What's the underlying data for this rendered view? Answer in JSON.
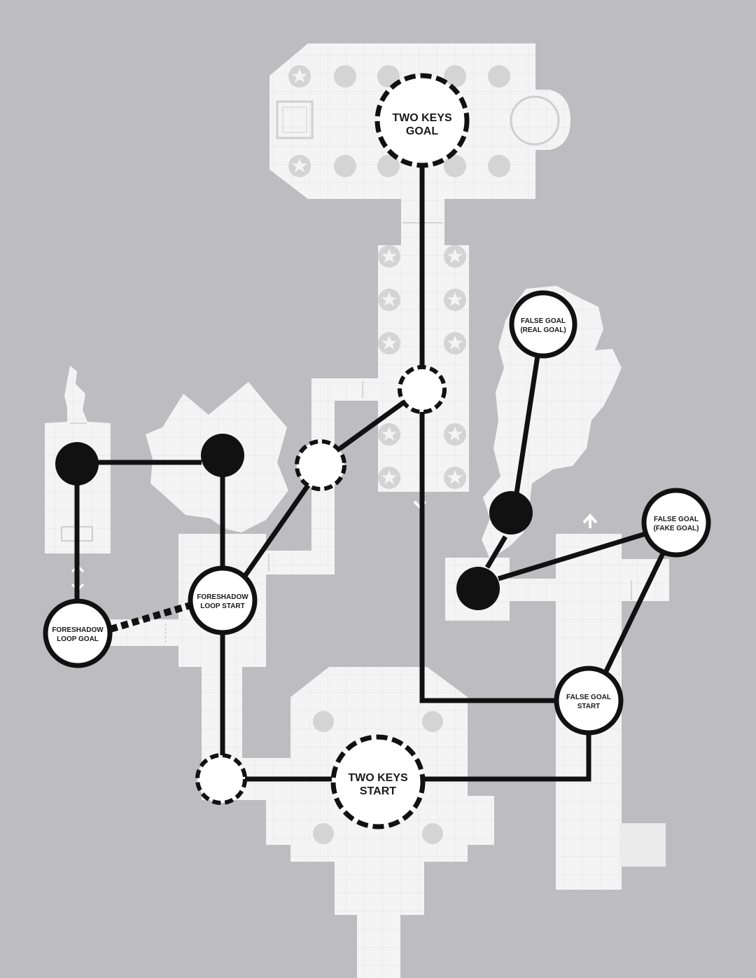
{
  "colors": {
    "background": "#bdbdbf",
    "floor": "#f4f4f4",
    "grid": "#e2e2e2",
    "line": "#111111",
    "node_fill": "#ffffff",
    "filled_node": "#111111"
  },
  "nodes": {
    "two_keys_goal": {
      "line1": "TWO KEYS",
      "line2": "GOAL"
    },
    "false_goal_real": {
      "line1": "FALSE GOAL",
      "line2": "(REAL GOAL)"
    },
    "false_goal_fake": {
      "line1": "FALSE GOAL",
      "line2": "(FAKE GOAL)"
    },
    "foreshadow_loop_start": {
      "line1": "FORESHADOW",
      "line2": "LOOP START"
    },
    "foreshadow_loop_goal": {
      "line1": "FORESHADOW",
      "line2": "LOOP GOAL"
    },
    "false_goal_start": {
      "line1": "FALSE GOAL",
      "line2": "START"
    },
    "two_keys_start": {
      "line1": "TWO KEYS",
      "line2": "START"
    }
  },
  "icons": [
    "star-icon",
    "pillar-icon",
    "arrow-up-icon",
    "chevron-down-icon",
    "double-chevron-icon",
    "crate-icon"
  ]
}
